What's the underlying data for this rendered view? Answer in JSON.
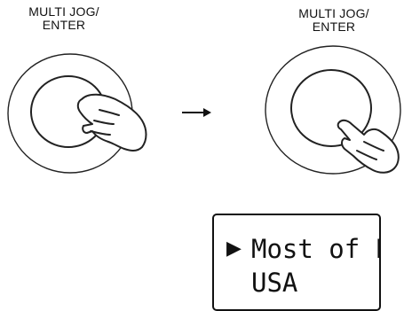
{
  "step_before": {
    "knob_label": "MULTI JOG/\nENTER"
  },
  "step_after": {
    "knob_label": "MULTI JOG/\nENTER"
  },
  "display": {
    "cursor": "▶",
    "lines": [
      "Most of Europe",
      "USA"
    ]
  },
  "icons": [
    "dial-knob-icon",
    "turning-hand-icon",
    "arrow-right-icon",
    "pressing-hand-icon",
    "cursor-triangle-icon"
  ]
}
